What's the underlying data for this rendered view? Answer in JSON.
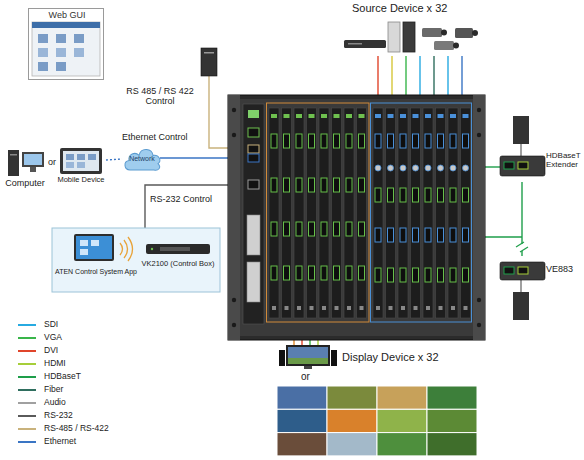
{
  "diagram": {
    "nodes": [
      {
        "text": [
          "Web GUI"
        ]
      },
      {
        "text": [
          "Computer"
        ]
      },
      {
        "text": [
          "Mobile Device"
        ]
      },
      {
        "text": [
          "Network"
        ]
      },
      {
        "text": [
          "HDBaseT Extender"
        ]
      },
      {
        "text": [
          "ATEN Control System App"
        ]
      },
      {
        "text": [
          "VK2100 (Control Box)"
        ]
      },
      {
        "text": [
          "VE883"
        ]
      }
    ],
    "edges": [
      {
        "from": 2,
        "to": 3,
        "arrow": "none"
      },
      {
        "from": 4,
        "to": 7,
        "arrow": "none"
      }
    ],
    "labels": [
      "Source Device x 32",
      "RS 485 / RS 422 Control",
      "Ethernet Control",
      "or",
      "RS-232 Control",
      "Display Device x 32",
      "or"
    ],
    "legend": [
      {
        "text": "SDI",
        "color": "#27aae1"
      },
      {
        "text": "VGA",
        "color": "#39b54a"
      },
      {
        "text": "DVI",
        "color": "#e0452b"
      },
      {
        "text": "HDMI",
        "color": "#a6ce39"
      },
      {
        "text": "HDBaseT",
        "color": "#1e9e4a"
      },
      {
        "text": "Fiber",
        "color": "#2f6e5e"
      },
      {
        "text": "Audio",
        "color": "#a0a0a0"
      },
      {
        "text": "RS-232",
        "color": "#5a5a5a"
      },
      {
        "text": "RS-485 / RS-422",
        "color": "#c9b27c"
      },
      {
        "text": "Ethernet",
        "color": "#3a75c4"
      }
    ]
  }
}
